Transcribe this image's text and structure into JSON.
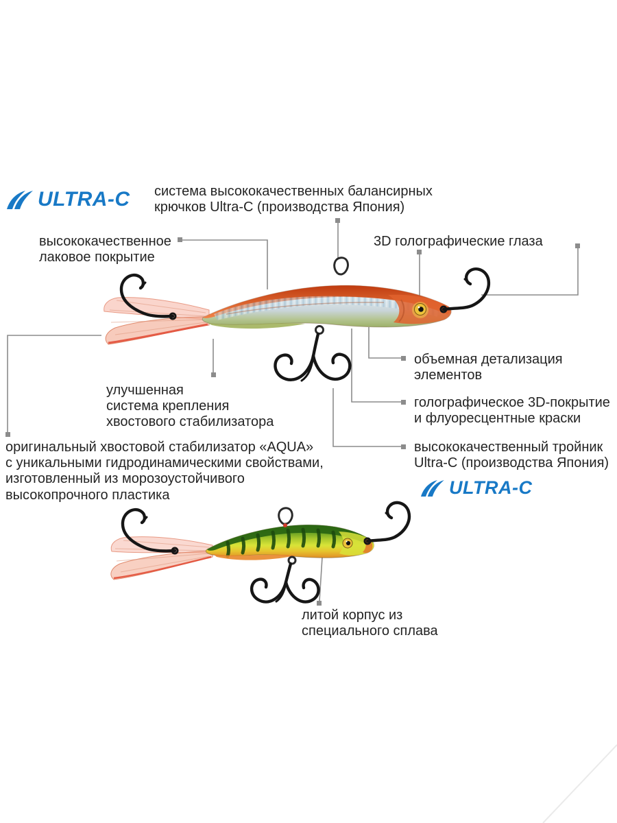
{
  "brand": {
    "name": "ULTRA-C"
  },
  "colors": {
    "accent_blue": "#1879c6",
    "callout_line_gray": "#8c8c8c",
    "text": "#242424",
    "lure_top_back": "#d94f24",
    "lure_bottom_back": "#2b6613",
    "fin_pink": "#f2a98f"
  },
  "icons": {
    "logo_icon": "wave-icon"
  },
  "callouts": {
    "hook_system": "система высококачественных балансирных\nкрючков Ultra-C (производства Япония)",
    "lacquer": "высококачественное\nлаковое покрытие",
    "eyes_3d": "3D голографические глаза",
    "detailing": "объемная детализация\nэлементов",
    "holographic": "голографическое 3D-покрытие\nи флуоресцентные краски",
    "treble": "высококачественный тройник\nUltra-C (производства Япония)",
    "tail_mount": "улучшенная\nсистема крепления\nхвостового стабилизатора",
    "aqua": "оригинальный хвостовой стабилизатор «AQUA»\nс уникальными гидродинамическими свойствами,\nизготовленный из морозоустойчивого\nвысокопрочного пластика",
    "cast_body": "литой корпус из\nспециального сплава"
  }
}
